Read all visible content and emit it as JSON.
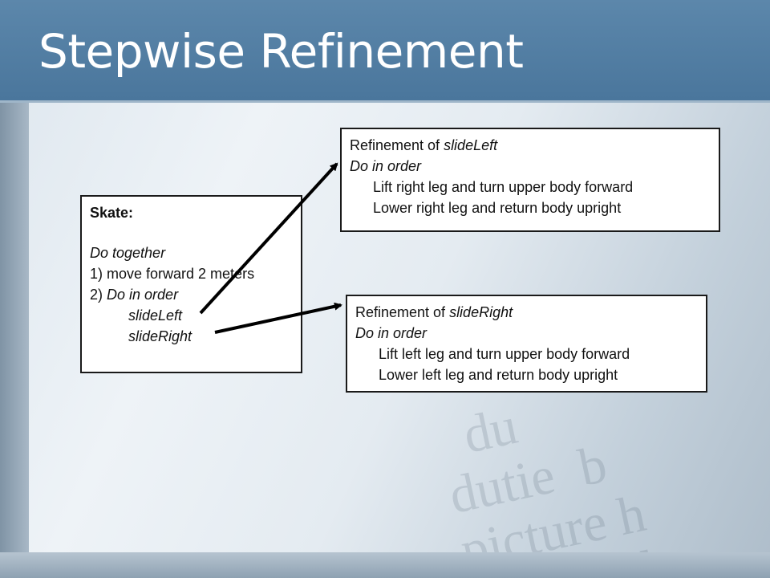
{
  "title": "Stepwise Refinement",
  "texture_text": "  du\ndutie  b\npicture h\nscree  wh",
  "skate": {
    "heading": "Skate:",
    "do_together": "Do together",
    "step1": "1) move forward 2 meters",
    "step2_num": "2) ",
    "step2_text": "Do in order",
    "sub1": "slideLeft",
    "sub2": "slideRight"
  },
  "slide_left": {
    "title_prefix": "Refinement of ",
    "title_name": "slideLeft",
    "do_in_order": "Do in order",
    "line1": "Lift right leg and turn upper body forward",
    "line2": "Lower right leg and return body upright"
  },
  "slide_right": {
    "title_prefix": "Refinement of ",
    "title_name": "slideRight",
    "do_in_order": "Do in order",
    "line1": "Lift left leg and turn upper body forward",
    "line2": "Lower left leg and return body upright"
  },
  "colors": {
    "header": "#4f7ba1",
    "arrow": "#000000",
    "box_border": "#1a1a1a"
  }
}
